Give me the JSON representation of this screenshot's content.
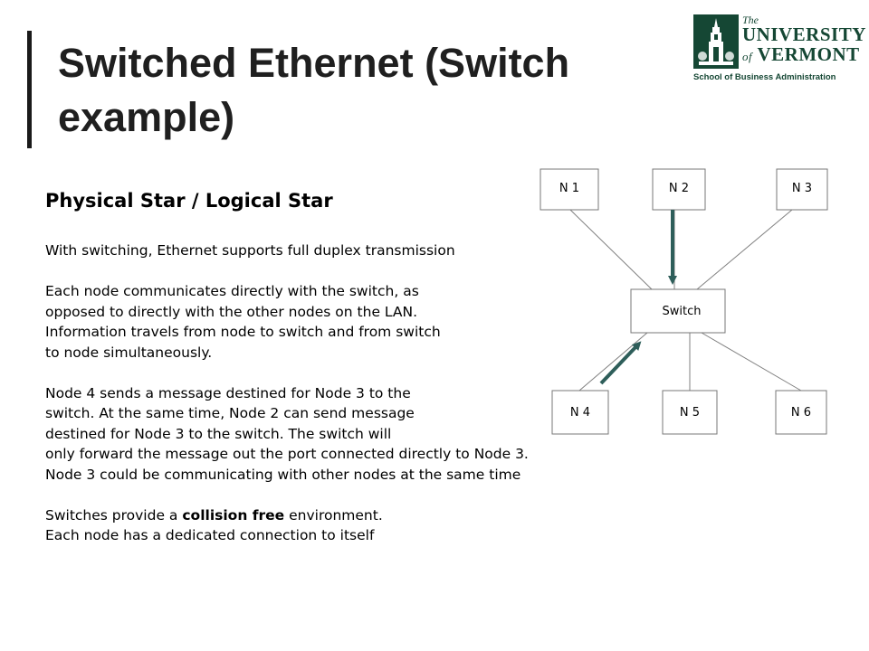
{
  "slide": {
    "title_line1": "Switched Ethernet (Switch",
    "title_line2": "example)",
    "subheading": "Physical Star / Logical Star",
    "paragraph1": "With switching, Ethernet supports full duplex transmission",
    "paragraph2": [
      "Each node communicates directly with the switch, as",
      "opposed to directly with the other nodes on the LAN.",
      "Information travels from node to switch and from switch",
      "to node simultaneously."
    ],
    "paragraph3": [
      "Node 4 sends a message destined for Node 3 to the",
      "switch. At the same time, Node 2 can send message",
      "destined for Node 3 to the switch. The switch will",
      "only forward the message out the port connected directly to Node 3.",
      "Node 3 could be communicating with other nodes at the same time"
    ],
    "paragraph4_line1_pre": "Switches provide a ",
    "paragraph4_line1_bold": "collision free",
    "paragraph4_line1_post": " environment.",
    "paragraph4_line2": "Each node has a dedicated connection to itself"
  },
  "logo": {
    "the": "The",
    "university": "UNIVERSITY",
    "of": "of",
    "vermont": "VERMONT",
    "school": "School of Business Administration",
    "color": "#154734"
  },
  "diagram": {
    "nodes": {
      "n1": "N 1",
      "n2": "N 2",
      "n3": "N 3",
      "n4": "N 4",
      "n5": "N 5",
      "n6": "N 6"
    },
    "switch_label": "Switch",
    "arrow_color": "#2e5e5a",
    "line_color": "#808080",
    "box_border_color": "#777777"
  }
}
